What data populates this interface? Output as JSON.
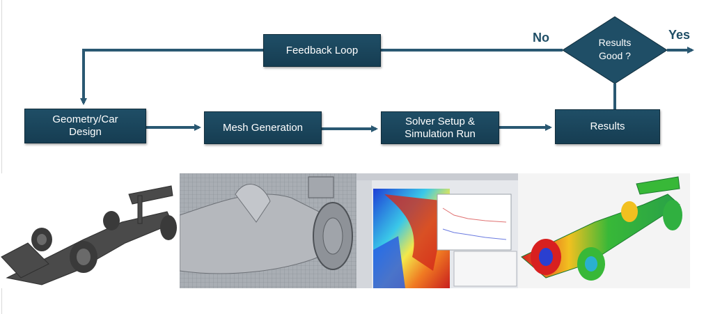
{
  "flowchart": {
    "nodes": {
      "feedback_loop": "Feedback Loop",
      "geometry": "Geometry/Car\nDesign",
      "mesh": "Mesh Generation",
      "solver": "Solver Setup &\nSimulation Run",
      "results": "Results",
      "decision": "Results\nGood ?"
    },
    "edge_labels": {
      "no": "No",
      "yes": "Yes"
    }
  },
  "colors": {
    "box_fill": "#1f4e66",
    "arrow": "#2a5872"
  },
  "images": [
    "f1-car-grey-model",
    "f1-car-mesh-closeup",
    "cfd-solver-software-window",
    "f1-car-pressure-contour-render"
  ]
}
